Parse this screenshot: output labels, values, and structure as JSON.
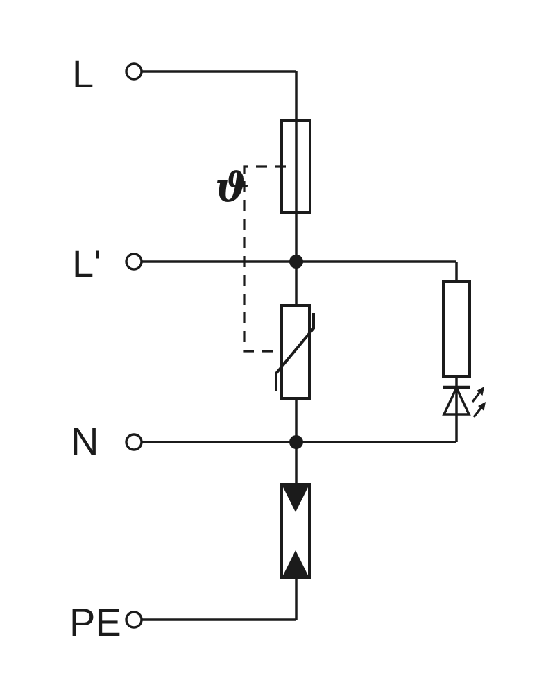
{
  "diagram": {
    "kind": "circuit-schematic",
    "colors": {
      "line": "#1b1b1b",
      "background": "#ffffff"
    },
    "terminals": [
      {
        "id": "L",
        "label": "L"
      },
      {
        "id": "L-prime",
        "label": "L'"
      },
      {
        "id": "N",
        "label": "N"
      },
      {
        "id": "PE",
        "label": "PE"
      }
    ],
    "thermal_symbol": "ϑ",
    "components": [
      {
        "name": "thermal-disconnect-fuse-icon"
      },
      {
        "name": "varistor-icon"
      },
      {
        "name": "resistor-icon"
      },
      {
        "name": "led-indicator-icon"
      },
      {
        "name": "gas-discharge-tube-icon"
      }
    ]
  }
}
